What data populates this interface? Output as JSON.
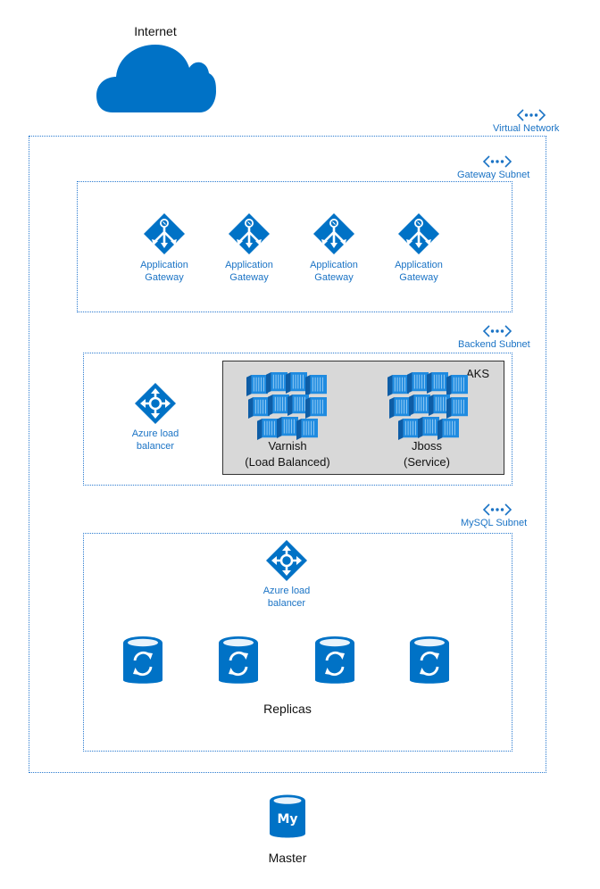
{
  "internet": {
    "label": "Internet"
  },
  "virtual_network": {
    "label": "Virtual Network"
  },
  "gateway_subnet": {
    "label": "Gateway Subnet",
    "gateways": [
      {
        "line1": "Application",
        "line2": "Gateway"
      },
      {
        "line1": "Application",
        "line2": "Gateway"
      },
      {
        "line1": "Application",
        "line2": "Gateway"
      },
      {
        "line1": "Application",
        "line2": "Gateway"
      }
    ]
  },
  "backend_subnet": {
    "label": "Backend Subnet",
    "load_balancer": {
      "line1": "Azure load",
      "line2": "balancer"
    },
    "aks": {
      "label": "AKS",
      "varnish": {
        "line1": "Varnish",
        "line2": "(Load Balanced)"
      },
      "jboss": {
        "line1": "Jboss",
        "line2": "(Service)"
      }
    }
  },
  "mysql_subnet": {
    "label": "MySQL Subnet",
    "load_balancer": {
      "line1": "Azure load",
      "line2": "balancer"
    },
    "replicas_label": "Replicas"
  },
  "master": {
    "label": "Master",
    "icon_text": "My"
  },
  "colors": {
    "azure_blue": "#0072c6",
    "label_blue": "#1a73c5",
    "aks_bg": "#d8d8d8"
  }
}
